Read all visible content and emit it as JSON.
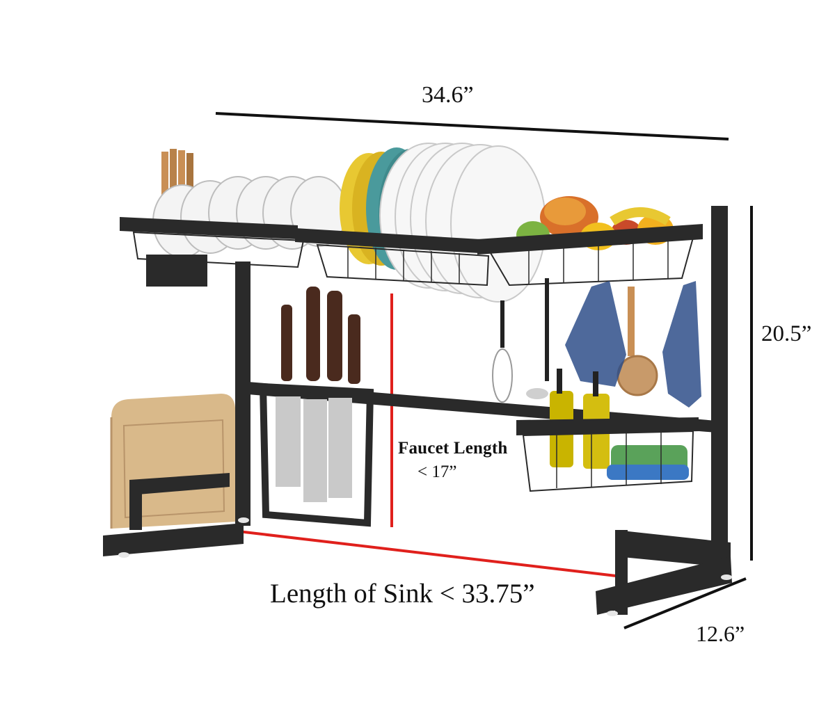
{
  "dimensions": {
    "width": "34.6”",
    "height": "20.5”",
    "depth": "12.6”"
  },
  "faucet": {
    "line1": "Faucet Length",
    "line2": "< 17”"
  },
  "sink": {
    "label": "Length of Sink <  33.75”"
  },
  "colors": {
    "rack": "#2a2a2a",
    "measure_lines": "#111111",
    "highlight": "#e0201c",
    "plates_teal": "#4a9a9c",
    "plates_yellow": "#e8c832",
    "cutting_board": "#d9b98a",
    "towel_blue": "#2f4f8a",
    "oil_bottle": "#c9b400"
  },
  "icons": [
    "dish-rack-illustration",
    "knife-holder",
    "cutting-board",
    "fruit-basket",
    "hanging-towel"
  ]
}
